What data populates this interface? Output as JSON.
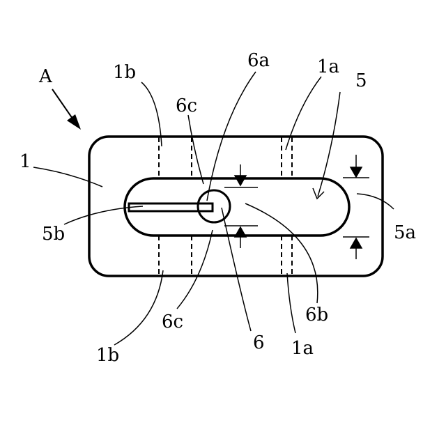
{
  "labels": {
    "A": "A",
    "lb_top": "1b",
    "lb_bottom": "1b",
    "la_top": "1a",
    "la_bottom": "1a",
    "one": "1",
    "five": "5",
    "five_a": "5a",
    "five_b": "5b",
    "six": "6",
    "six_a": "6a",
    "six_b": "6b",
    "six_c_top": "6c",
    "six_c_bottom": "6c"
  }
}
